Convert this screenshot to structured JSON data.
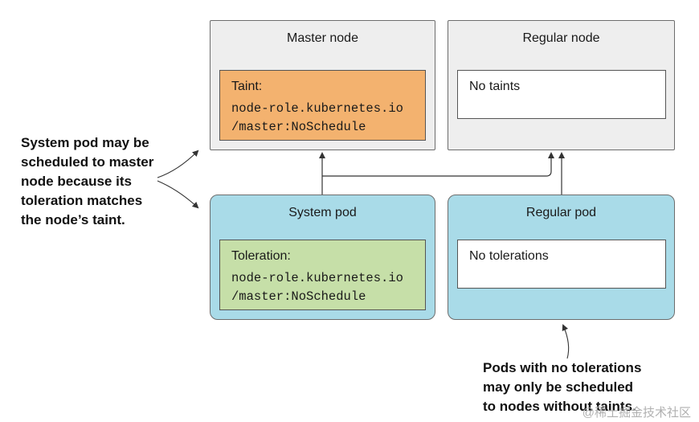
{
  "master_node": {
    "title": "Master node",
    "taint_label": "Taint:",
    "taint_line1": "node-role.kubernetes.io",
    "taint_line2": "/master:NoSchedule"
  },
  "regular_node": {
    "title": "Regular node",
    "taints_text": "No taints"
  },
  "system_pod": {
    "title": "System pod",
    "toleration_label": "Toleration:",
    "toleration_line1": "node-role.kubernetes.io",
    "toleration_line2": "/master:NoSchedule"
  },
  "regular_pod": {
    "title": "Regular pod",
    "tolerations_text": "No tolerations"
  },
  "annotation_left": {
    "lines": [
      "System pod may be",
      "scheduled to master",
      "node because its",
      "toleration matches",
      "the node’s taint."
    ]
  },
  "annotation_bottom": {
    "lines": [
      "Pods with no tolerations",
      "may only be scheduled",
      "to nodes without taints."
    ]
  },
  "watermark": "@稀土掘金技术社区",
  "colors": {
    "node_fill": "#eeeeee",
    "pod_fill": "#a9dbe8",
    "taint_fill": "#f3b26f",
    "toleration_fill": "#c6dfa8",
    "white_fill": "#ffffff"
  }
}
